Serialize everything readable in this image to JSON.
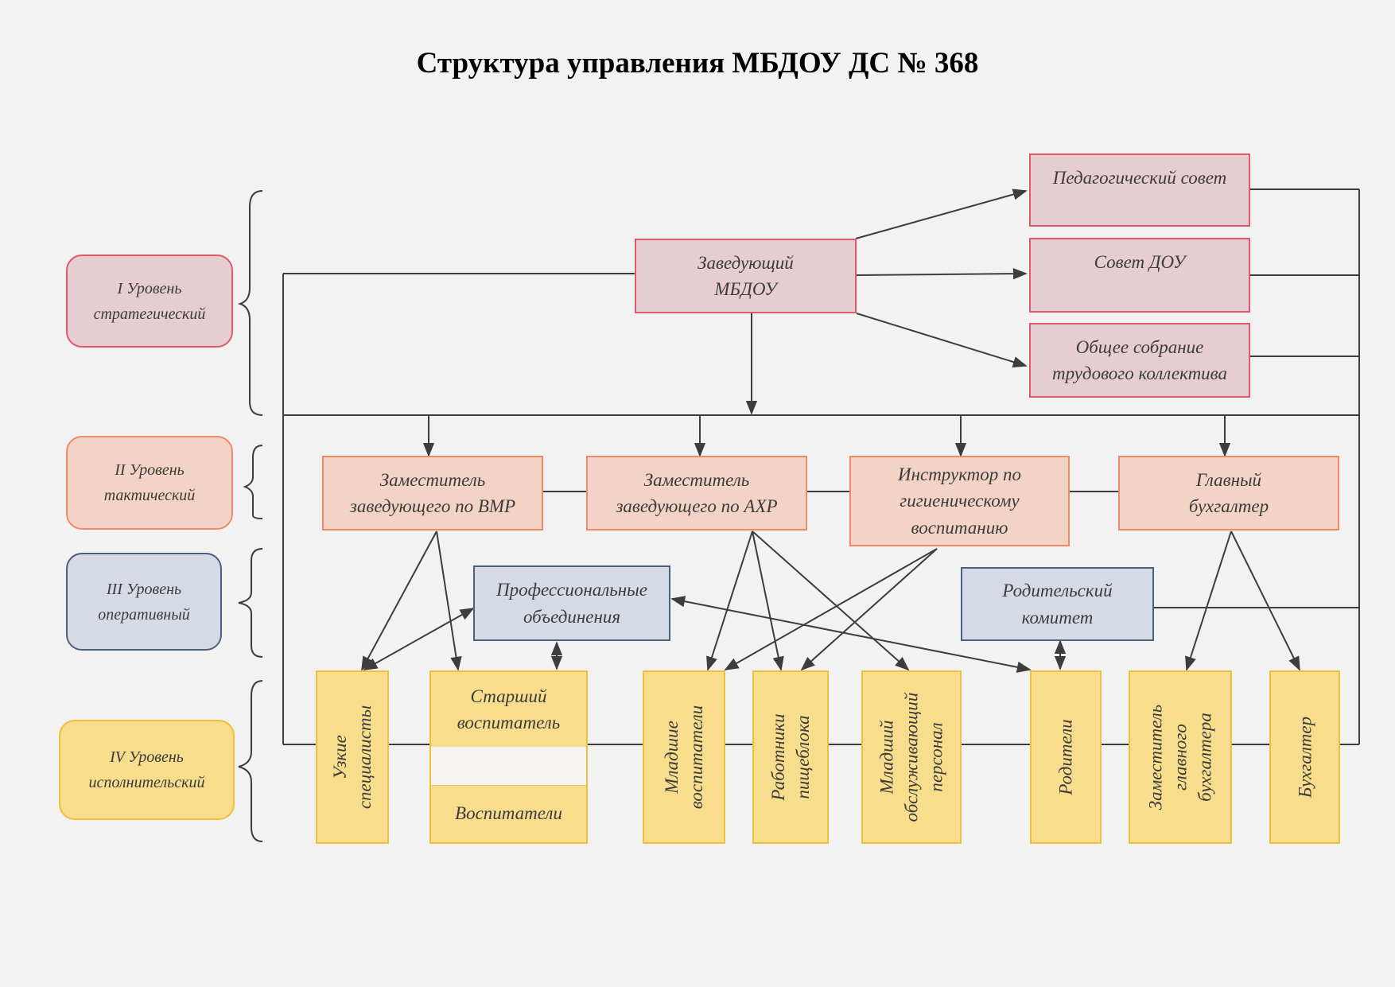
{
  "title": "Структура управления МБДОУ ДС № 368",
  "levels": [
    {
      "label": "I Уровень\nстратегический"
    },
    {
      "label": "II Уровень\nтактический"
    },
    {
      "label": "III Уровень\nоперативный"
    },
    {
      "label": "IV Уровень\nисполнительский"
    }
  ],
  "strategic": {
    "head": "Заведующий\nМБДОУ",
    "ped_council": "Педагогический совет",
    "dou_council": "Совет ДОУ",
    "general_meeting": "Общее собрание\nтрудового коллектива"
  },
  "tactical": {
    "deputy_vmr": "Заместитель\nзаведующего по ВМР",
    "deputy_ahr": "Заместитель\nзаведующего по АХР",
    "hygiene_instructor": "Инструктор по\nгигиеническому\nвоспитанию",
    "chief_accountant": "Главный\nбухгалтер"
  },
  "operational": {
    "prof_associations": "Профессиональные\nобъединения",
    "parent_committee": "Родительский\nкомитет"
  },
  "executive": {
    "specialists": "Узкие\nспециалисты",
    "senior_educator": "Старший\nвоспитатель",
    "educators": "Воспитатели",
    "junior_educators": "Младшие\nвоспитатели",
    "kitchen_staff": "Работники\nпищеблока",
    "service_staff": "Младший\nобслуживающий\nперсонал",
    "parents": "Родители",
    "deputy_chief_accountant": "Заместитель\nглавного\nбухгалтера",
    "accountant": "Бухгалтер"
  },
  "colors": {
    "strategic_fill": "#e6cdd2",
    "strategic_border": "#e05a6c",
    "tactical_fill": "#f3d3c6",
    "tactical_border": "#ee8a68",
    "operational_fill": "#d5dae4",
    "operational_border": "#4c5f80",
    "executive_fill": "#f8dd8c",
    "executive_border": "#f0c03c",
    "line": "#3d3d3d"
  }
}
